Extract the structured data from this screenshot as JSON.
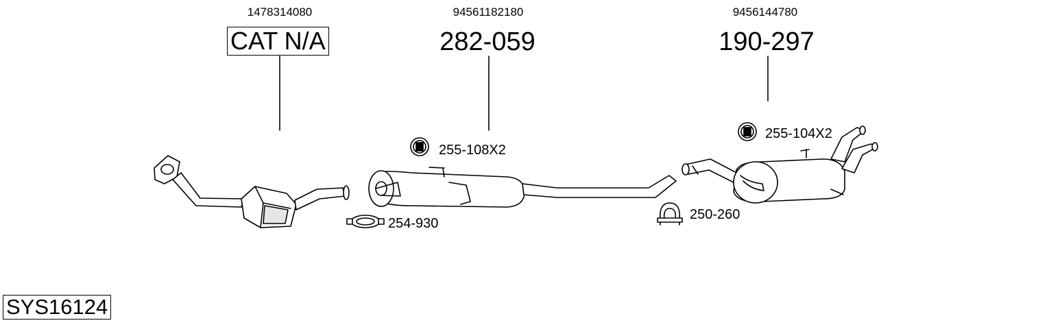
{
  "parts": [
    {
      "oe_number": "1478314080",
      "part_number": "CAT N/A"
    },
    {
      "oe_number": "94561182180",
      "part_number": "282-059"
    },
    {
      "oe_number": "9456144780",
      "part_number": "190-297"
    }
  ],
  "accessories": [
    {
      "label": "255-108X2"
    },
    {
      "label": "254-930"
    },
    {
      "label": "250-260"
    },
    {
      "label": "255-104X2"
    }
  ],
  "system_id": "SYS16124",
  "colors": {
    "line": "#000000",
    "fill": "#ffffff",
    "shade": "#e6e6e6"
  }
}
